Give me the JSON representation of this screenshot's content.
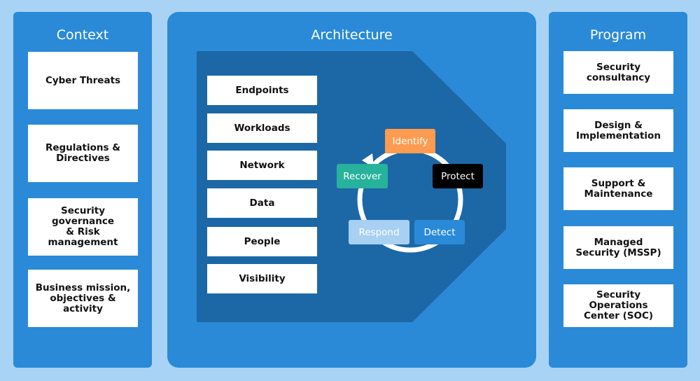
{
  "context": {
    "title": "Context",
    "items": [
      "Cyber Threats",
      "Regulations &\nDirectives",
      "Security governance\n& Risk management",
      "Business mission,\nobjectives & activity"
    ]
  },
  "architecture": {
    "title": "Architecture",
    "items": [
      "Endpoints",
      "Workloads",
      "Network",
      "Data",
      "People",
      "Visibility"
    ],
    "cycle": {
      "identify": "Identify",
      "protect": "Protect",
      "detect": "Detect",
      "respond": "Respond",
      "recover": "Recover"
    }
  },
  "program": {
    "title": "Program",
    "items": [
      "Security consultancy",
      "Design &\nImplementation",
      "Support &\nMaintenance",
      "Managed\nSecurity (MSSP)",
      "Security Operations\nCenter (SOC)"
    ]
  },
  "colors": {
    "background": "#a9d3f5",
    "panel": "#2a8ad8",
    "pentagon": "#1c68a6",
    "identify": "#fd9b50",
    "protect": "#000000",
    "detect": "#2a8ad8",
    "respond": "#a8d0f3",
    "recover": "#27b29b"
  }
}
